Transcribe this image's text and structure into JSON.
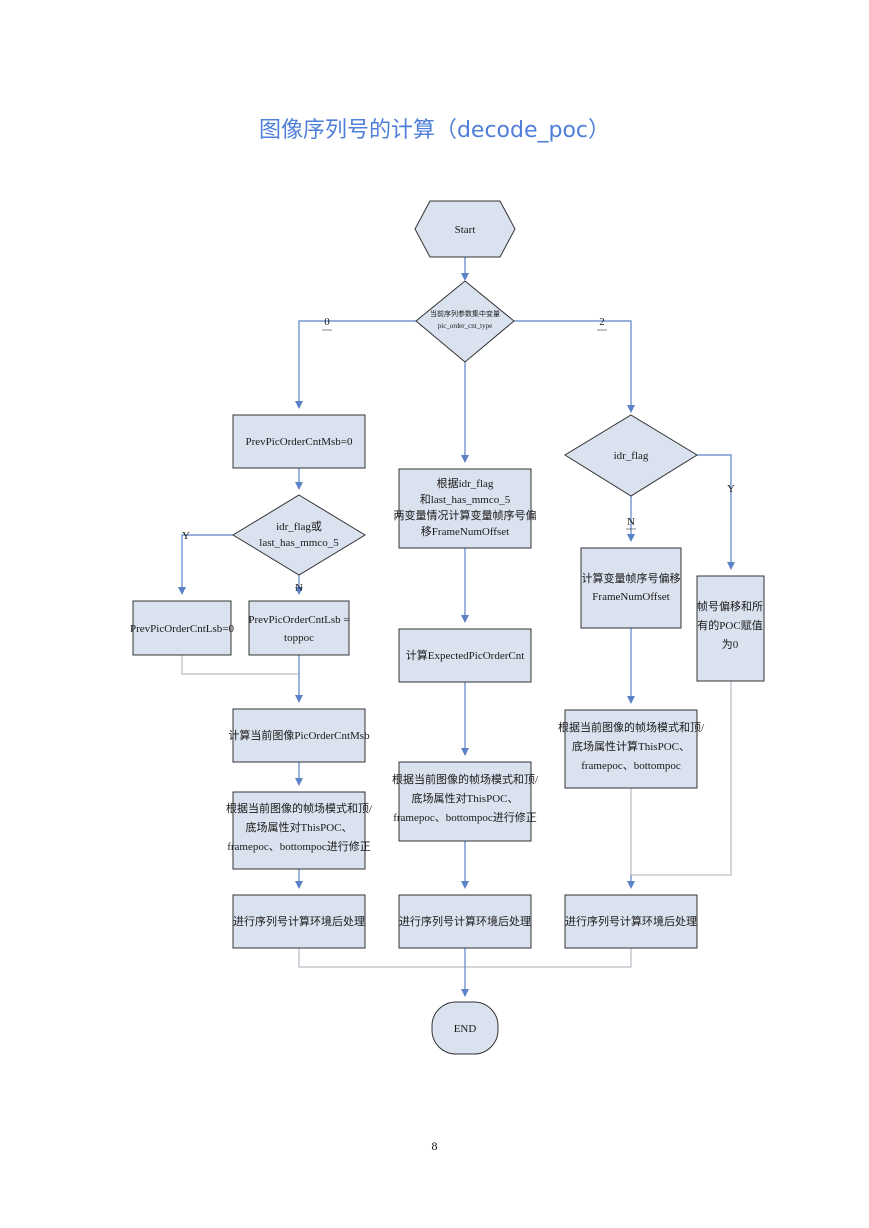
{
  "title": "图像序列号的计算（decode_poc）",
  "page_number": "8",
  "colors": {
    "node_fill": "#dbe2ef",
    "node_stroke": "#333333",
    "arrow": "#5b82c7",
    "line": "#a8aeb8",
    "title": "#4f7fd8"
  },
  "nodes": {
    "start": "Start",
    "decision_type": [
      "当前序列参数集中变量",
      "pic_order_cnt_type"
    ],
    "prev_msb": "PrevPicOrderCntMsb=0",
    "decision_idr_mmco": [
      "idr_flag或",
      "last_has_mmco_5"
    ],
    "prev_lsb_zero": "PrevPicOrderCntLsb=0",
    "prev_lsb_top": [
      "PrevPicOrderCntLsb =",
      "toppoc"
    ],
    "calc_msb": "计算当前图像PicOrderCntMsb",
    "fix_left": [
      "根据当前图像的帧场模式和顶/",
      "底场属性对ThisPOC、",
      "framepoc、bottompoc进行修正"
    ],
    "post_left": "进行序列号计算环境后处理",
    "calc_offset_mid": [
      "根据idr_flag",
      "和last_has_mmco_5",
      "两变量情况计算变量帧序号偏",
      "移FrameNumOffset"
    ],
    "calc_expected": "计算ExpectedPicOrderCnt",
    "fix_mid": [
      "根据当前图像的帧场模式和顶/",
      "底场属性对ThisPOC、",
      "framepoc、bottompoc进行修正"
    ],
    "post_mid": "进行序列号计算环境后处理",
    "decision_idr": "idr_flag",
    "calc_offset_right": [
      "计算变量帧序号偏移",
      "FrameNumOffset"
    ],
    "assign_zero": [
      "帧号偏移和所",
      "有的POC赋值",
      "为0"
    ],
    "calc_right": [
      "根据当前图像的帧场模式和顶/",
      "底场属性计算ThisPOC、",
      "framepoc、bottompoc"
    ],
    "post_right": "进行序列号计算环境后处理",
    "end": "END"
  },
  "edge_labels": {
    "type_0": "0",
    "type_2": "2",
    "mmco_y": "Y",
    "mmco_n": "N",
    "idr_n": "N",
    "idr_y": "Y"
  }
}
